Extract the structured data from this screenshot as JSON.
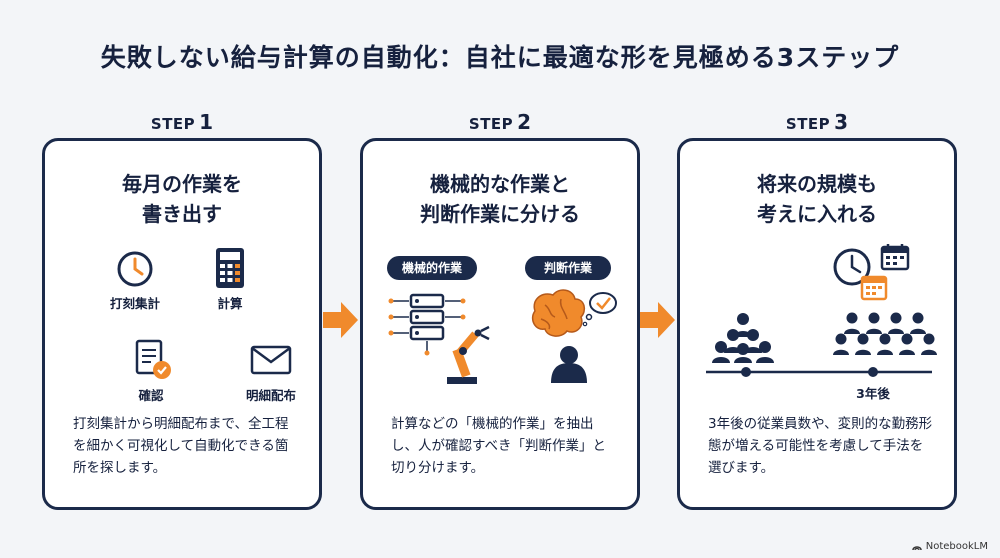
{
  "title": "失敗しない給与計算の自動化：自社に最適な形を見極める3ステップ",
  "steps": [
    {
      "word": "STEP",
      "num": "1",
      "title_l1": "毎月の作業を",
      "title_l2": "書き出す",
      "icons": [
        {
          "label": "打刻集計",
          "icon": "clock-icon"
        },
        {
          "label": "計算",
          "icon": "calculator-icon"
        },
        {
          "label": "確認",
          "icon": "document-check-icon"
        },
        {
          "label": "明細配布",
          "icon": "envelope-icon"
        }
      ],
      "desc": "打刻集計から明細配布まで、全工程を細かく可視化して自動化できる箇所を探します。"
    },
    {
      "word": "STEP",
      "num": "2",
      "title_l1": "機械的な作業と",
      "title_l2": "判断作業に分ける",
      "pill_left": "機械的作業",
      "pill_right": "判断作業",
      "desc": "計算などの「機械的作業」を抽出し、人が確認すべき「判断作業」と切り分けます。"
    },
    {
      "word": "STEP",
      "num": "3",
      "title_l1": "将来の規模も",
      "title_l2": "考えに入れる",
      "timeline_label": "3年後",
      "desc": "3年後の従業員数や、変則的な勤務形態が増える可能性を考慮して手法を選びます。"
    }
  ],
  "colors": {
    "navy": "#1b2a4a",
    "orange": "#f08a2c",
    "background": "#f3f5f8"
  },
  "logo": "NotebookLM"
}
